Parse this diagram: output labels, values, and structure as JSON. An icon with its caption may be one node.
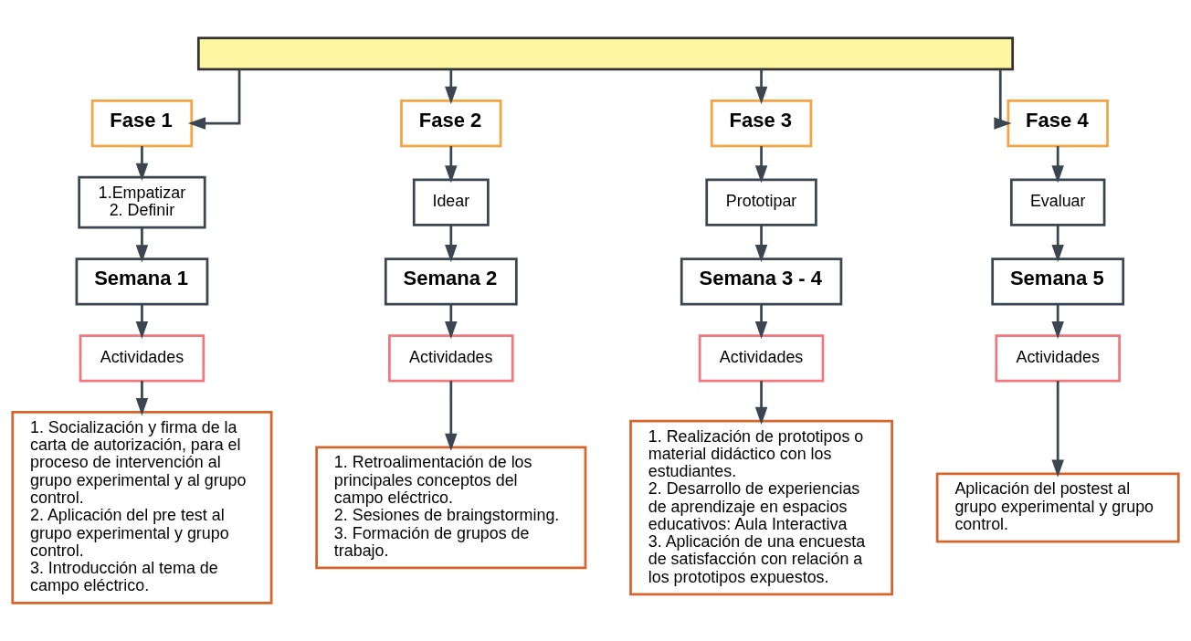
{
  "diagram": {
    "nodes": [
      {
        "text": [],
        "shape": "box"
      },
      {
        "text": [
          "Fase 1"
        ]
      },
      {
        "text": [
          "1.Empatizar 2. Definir"
        ]
      },
      {
        "text": [
          "Semana 1"
        ]
      },
      {
        "text": [
          "Actividades"
        ]
      },
      {
        "text": [
          "1. Socialización y firma de la carta de autorización, para el proceso de intervención al grupo experimental y al grupo control.",
          "2. Aplicación del pre test al grupo experimental y grupo control.",
          "3. Introducción al tema de campo eléctrico."
        ]
      },
      {
        "text": [
          "Fase 2"
        ]
      },
      {
        "text": [
          "Idear"
        ]
      },
      {
        "text": [
          "Semana 2"
        ]
      },
      {
        "text": [
          "Actividades"
        ]
      },
      {
        "text": [
          "1. Retroalimentación de los principales conceptos del campo eléctrico.",
          "2. Sesiones de braingstorming.",
          "3. Formación de grupos de trabajo."
        ]
      },
      {
        "text": [
          "Fase 3"
        ]
      },
      {
        "text": [
          "Prototipar"
        ]
      },
      {
        "text": [
          "Semana 3 - 4"
        ]
      },
      {
        "text": [
          "Actividades"
        ]
      },
      {
        "text": [
          "1. Realización de prototipos o material didáctico con los estudiantes.",
          "2. Desarrollo de experiencias de aprendizaje en espacios educativos: Aula Interactiva",
          "3. Aplicación de una encuesta de satisfacción con relación a los prototipos expuestos."
        ]
      },
      {
        "text": [
          "Fase 4"
        ]
      },
      {
        "text": [
          "Evaluar"
        ]
      },
      {
        "text": [
          "Semana 5"
        ]
      },
      {
        "text": [
          "Actividades"
        ]
      },
      {
        "text": [
          "Aplicación del postest al grupo experimental y grupo control."
        ]
      }
    ],
    "edges": [
      {
        "from": 0,
        "to": 1,
        "arrow": "to"
      },
      {
        "from": 0,
        "to": 6,
        "arrow": "to"
      },
      {
        "from": 0,
        "to": 11,
        "arrow": "to"
      },
      {
        "from": 0,
        "to": 16,
        "arrow": "to"
      },
      {
        "from": 1,
        "to": 2,
        "arrow": "to"
      },
      {
        "from": 2,
        "to": 3,
        "arrow": "to"
      },
      {
        "from": 3,
        "to": 4,
        "arrow": "to"
      },
      {
        "from": 4,
        "to": 5,
        "arrow": "to"
      },
      {
        "from": 6,
        "to": 7,
        "arrow": "to"
      },
      {
        "from": 7,
        "to": 8,
        "arrow": "to"
      },
      {
        "from": 8,
        "to": 9,
        "arrow": "to"
      },
      {
        "from": 9,
        "to": 10,
        "arrow": "to"
      },
      {
        "from": 11,
        "to": 12,
        "arrow": "to"
      },
      {
        "from": 12,
        "to": 13,
        "arrow": "to"
      },
      {
        "from": 13,
        "to": 14,
        "arrow": "to"
      },
      {
        "from": 14,
        "to": 15,
        "arrow": "to"
      },
      {
        "from": 16,
        "to": 17,
        "arrow": "to"
      },
      {
        "from": 17,
        "to": 18,
        "arrow": "to"
      },
      {
        "from": 18,
        "to": 19,
        "arrow": "to"
      },
      {
        "from": 19,
        "to": 20,
        "arrow": "to"
      }
    ]
  }
}
